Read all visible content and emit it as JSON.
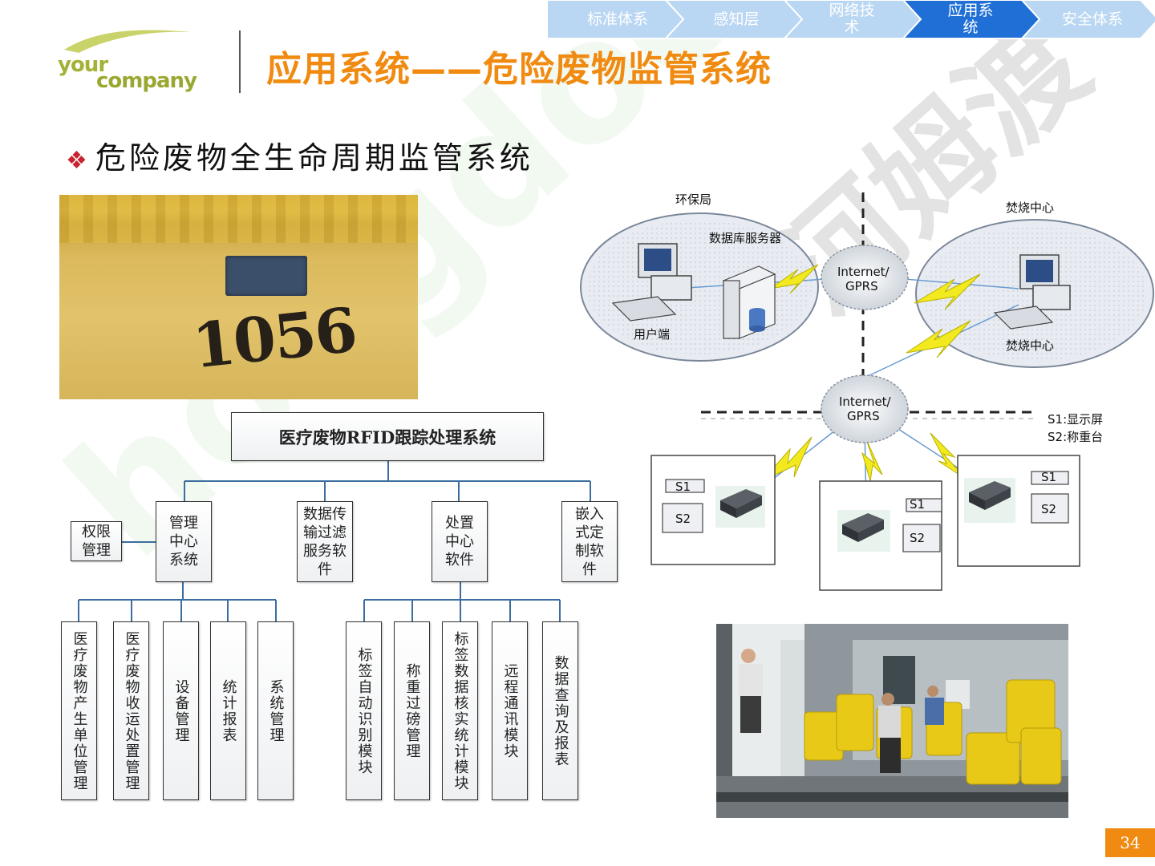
{
  "header": {
    "logo_word1": "your",
    "logo_word2": "company",
    "title": "应用系统——危险废物监管系统"
  },
  "nav": {
    "items": [
      {
        "label": "标准体系",
        "active": false
      },
      {
        "label": "感知层",
        "active": false
      },
      {
        "label": "网络技术",
        "active": false
      },
      {
        "label": "应用系统",
        "active": true
      },
      {
        "label": "安全体系",
        "active": false
      }
    ],
    "active_color": "#1f6fd6",
    "inactive_color": "#b9d6f2"
  },
  "subtitle": {
    "bullet": "❖",
    "text": "危险废物全生命周期监管系统"
  },
  "bin_photo": {
    "number": "1056"
  },
  "network": {
    "epb": "环保局",
    "db_server": "数据库服务器",
    "user": "用户端",
    "incin_top": "焚烧中心",
    "incin_bottom": "焚烧中心",
    "internet1": "Internet/",
    "gprs1": "GPRS",
    "internet2": "Internet/",
    "gprs2": "GPRS",
    "legend_s1": "S1:显示屏",
    "legend_s2": "S2:称重台",
    "s1": "S1",
    "s2": "S2"
  },
  "tree": {
    "root": "医疗废物RFID跟踪处理系统",
    "side": "权限管理",
    "level1": [
      "管理中心系统",
      "数据传输过滤服务软件",
      "处置中心软件",
      "嵌入式定制软件"
    ],
    "mgmt_children": [
      "医疗废物产生单位管理",
      "医疗废物收运处置管理",
      "设备管理",
      "统计报表",
      "系统管理"
    ],
    "disposal_children": [
      "标签自动识别模块",
      "称重过磅管理",
      "标签数据核实统计模块",
      "远程通讯模块",
      "数据查询及报表"
    ]
  },
  "watermark": {
    "text1": "hongdoc.com",
    "text2": "河姆渡"
  },
  "page_number": "34"
}
